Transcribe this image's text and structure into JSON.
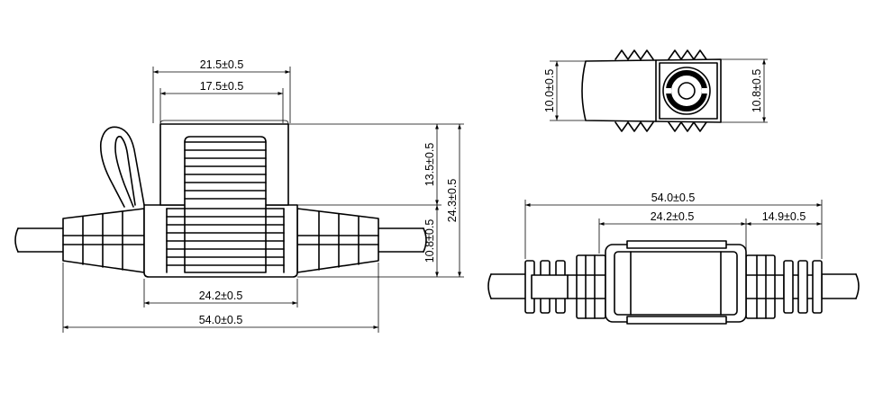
{
  "front_view": {
    "dim_top_outer": "21.5±0.5",
    "dim_top_inner": "17.5±0.5",
    "dim_right_upper": "13.5±0.5",
    "dim_right_lower": "10.8±0.5",
    "dim_right_total": "24.3±0.5",
    "dim_bottom_body": "24.2±0.5",
    "dim_bottom_total": "54.0±0.5"
  },
  "end_view": {
    "dim_left": "10.0±0.5",
    "dim_right": "10.8±0.5"
  },
  "top_view": {
    "dim_total": "54.0±0.5",
    "dim_body": "24.2±0.5",
    "dim_boot": "14.9±0.5"
  },
  "colors": {
    "line": "#000000",
    "background": "#ffffff"
  }
}
